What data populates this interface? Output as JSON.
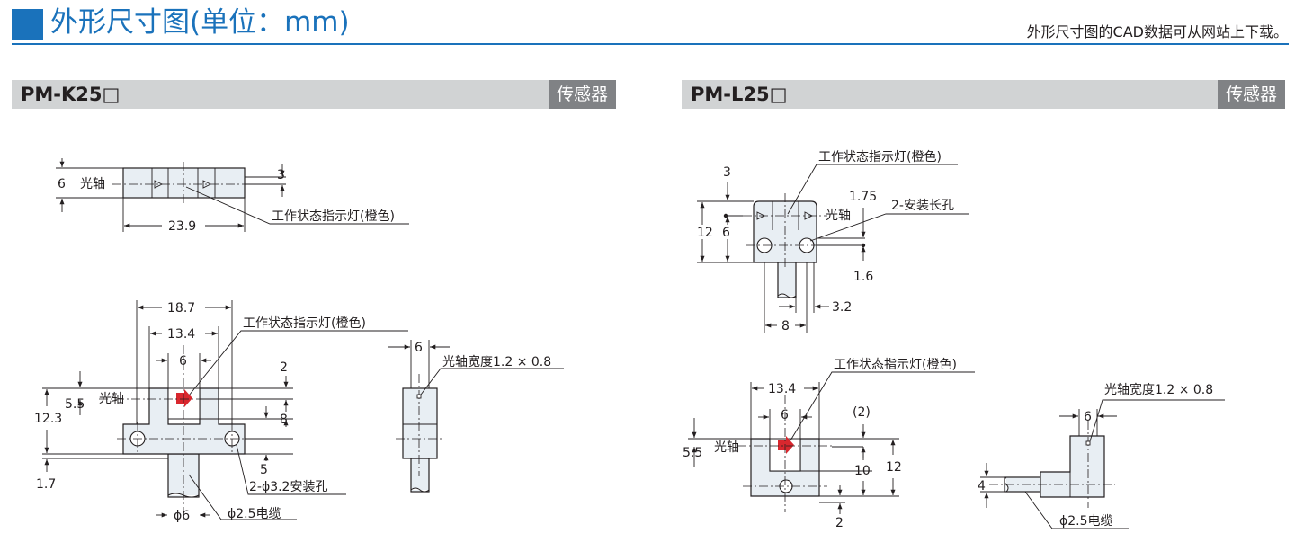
{
  "header": {
    "title": "外形尺寸图(单位：mm)",
    "note": "外形尺寸图的CAD数据可从网站上下载。",
    "accent_color": "#1a72bb"
  },
  "panels": [
    {
      "model": "PM-K25□",
      "tag": "传感器",
      "labels": {
        "optical_axis": "光轴",
        "indicator": "工作状态指示灯(橙色)",
        "indicator2": "工作状态指示灯(橙色)",
        "mount_hole": "2-ϕ3.2安装孔",
        "cable": "ϕ2.5电缆",
        "beam_width": "光轴宽度1.2 × 0.8",
        "optical_axis2": "光轴"
      },
      "dims": {
        "top_height": "6",
        "top_right": "3",
        "top_length": "23.9",
        "w_overall": "18.7",
        "w_holes": "13.4",
        "w_slot": "6",
        "slot_top": "2",
        "axis_pos": "5.5",
        "height": "12.3",
        "slot_depth": "8",
        "hole_pos": "5",
        "bottom": "1.7",
        "cable_dia": "ϕ6",
        "side_width": "6"
      }
    },
    {
      "model": "PM-L25□",
      "tag": "传感器",
      "labels": {
        "indicator": "工作状态指示灯(橙色)",
        "optical_axis": "光轴",
        "mount_hole": "2-安装长孔",
        "indicator2": "工作状态指示灯(橙色)",
        "optical_axis2": "光轴",
        "beam_width": "光轴宽度1.2 × 0.8",
        "cable": "ϕ2.5电缆"
      },
      "dims": {
        "top_gap": "3",
        "hole_offset": "1.75",
        "height": "12",
        "axis_height": "6",
        "hole_dia": "1.6",
        "cable_off": "3.2",
        "base_width": "8",
        "w_holes": "13.4",
        "w_slot": "6",
        "slot_top": "(2)",
        "axis_pos": "5.5",
        "slot_depth": "10",
        "total_height": "12",
        "bottom": "2",
        "side_width": "6",
        "side_height": "4"
      }
    }
  ]
}
